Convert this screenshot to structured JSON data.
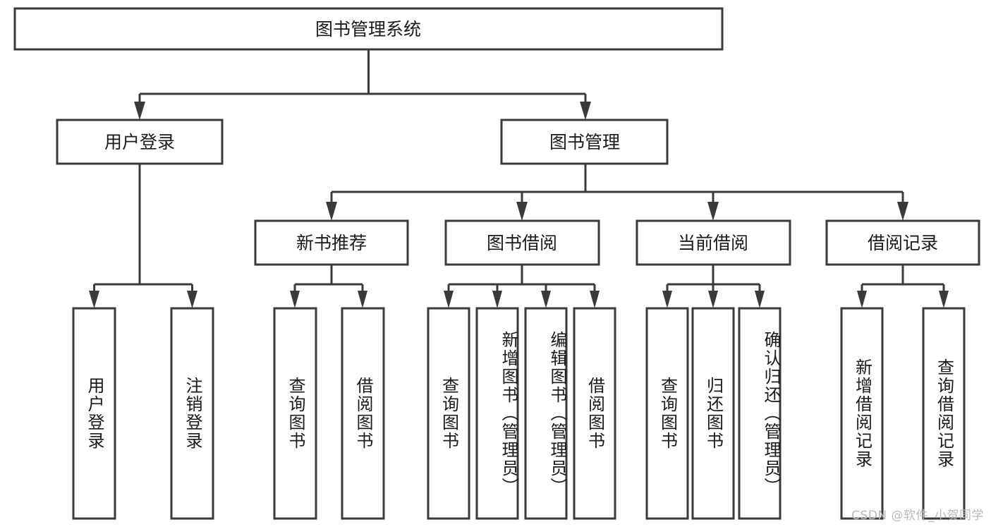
{
  "diagram": {
    "title": "图书管理系统",
    "type": "tree-hierarchy-chart",
    "orientation": "top-down",
    "colors": {
      "box_fill": "#ffffff",
      "box_stroke": "#3a3a3a",
      "text": "#1a1a1a",
      "background": "#ffffff",
      "watermark": "#b9b9b9"
    }
  },
  "root": {
    "label": "图书管理系统"
  },
  "level2": [
    {
      "label": "用户登录"
    },
    {
      "label": "图书管理"
    }
  ],
  "level3": [
    {
      "label": "新书推荐"
    },
    {
      "label": "图书借阅"
    },
    {
      "label": "当前借阅"
    },
    {
      "label": "借阅记录"
    }
  ],
  "leaves": {
    "user_login": [
      {
        "label": "用户登录"
      },
      {
        "label": "注销登录"
      }
    ],
    "new_book_recommend": [
      {
        "label": "查询图书"
      },
      {
        "label": "借阅图书"
      }
    ],
    "book_borrow": [
      {
        "label": "查询图书"
      },
      {
        "label": "新增图书（管理员）"
      },
      {
        "label": "编辑图书（管理员）"
      },
      {
        "label": "借阅图书"
      }
    ],
    "current_borrow": [
      {
        "label": "查询图书"
      },
      {
        "label": "归还图书"
      },
      {
        "label": "确认归还（管理员）"
      }
    ],
    "borrow_record": [
      {
        "label": "新增借阅记录"
      },
      {
        "label": "查询借阅记录"
      }
    ]
  },
  "watermark": {
    "text": "CSDN @软件_小贺同学"
  }
}
